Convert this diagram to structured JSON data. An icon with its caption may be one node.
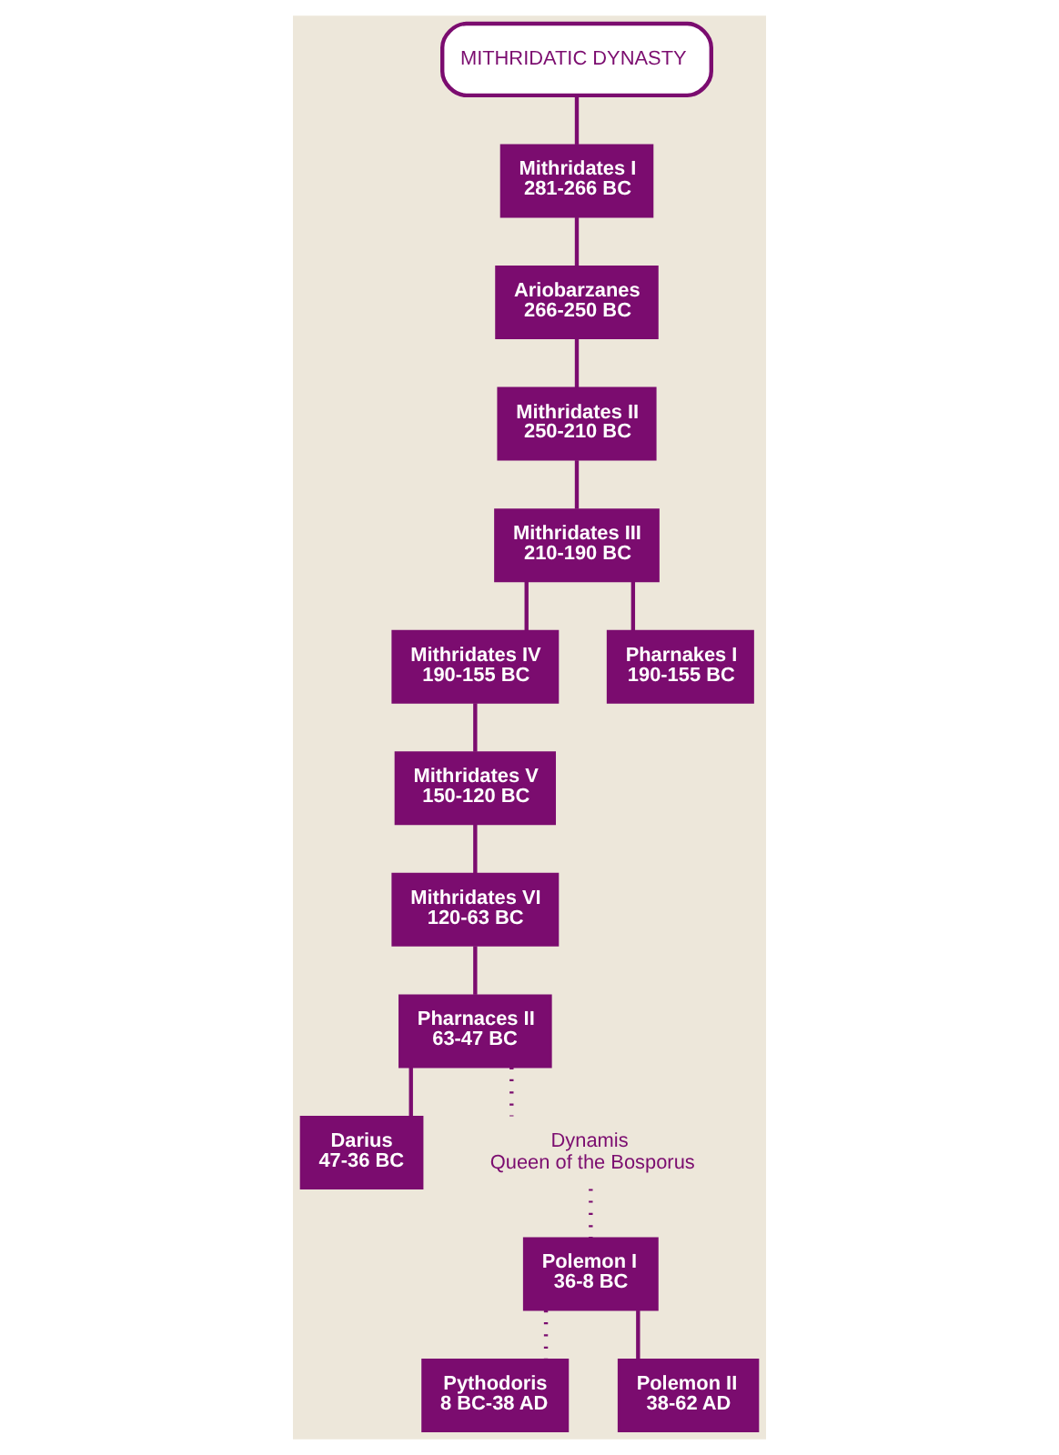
{
  "diagram": {
    "nodes": [
      {
        "text": [
          "MITHRIDATIC DYNASTY"
        ]
      },
      {
        "text": [
          "Mithridates I",
          "281-266 BC"
        ]
      },
      {
        "text": [
          "Ariobarzanes",
          "266-250 BC"
        ]
      },
      {
        "text": [
          "Mithridates II",
          "250-210 BC"
        ]
      },
      {
        "text": [
          "Mithridates III",
          "210-190 BC"
        ]
      },
      {
        "text": [
          "Mithridates IV",
          "190-155 BC"
        ]
      },
      {
        "text": [
          "Pharnakes I",
          "190-155 BC"
        ]
      },
      {
        "text": [
          "Mithridates V",
          "150-120 BC"
        ]
      },
      {
        "text": [
          "Mithridates VI",
          "120-63 BC"
        ]
      },
      {
        "text": [
          "Pharnaces II",
          "63-47 BC"
        ]
      },
      {
        "text": [
          "Darius",
          "47-36 BC"
        ]
      },
      {
        "text": [
          "Dynamis",
          "Queen of the Bosporus"
        ]
      },
      {
        "text": [
          "Polemon I",
          "36-8 BC"
        ]
      },
      {
        "text": [
          "Pythodoris",
          "8 BC-38 AD"
        ]
      },
      {
        "text": [
          "Polemon II",
          "38-62 AD"
        ]
      }
    ],
    "edges": [
      {
        "from": 0,
        "to": 1,
        "arrow": "none"
      },
      {
        "from": 1,
        "to": 2,
        "arrow": "none"
      },
      {
        "from": 2,
        "to": 3,
        "arrow": "none"
      },
      {
        "from": 3,
        "to": 4,
        "arrow": "none"
      },
      {
        "from": 4,
        "to": 5,
        "arrow": "none"
      },
      {
        "from": 4,
        "to": 6,
        "arrow": "none"
      },
      {
        "from": 5,
        "to": 7,
        "arrow": "none"
      },
      {
        "from": 7,
        "to": 8,
        "arrow": "none"
      },
      {
        "from": 8,
        "to": 9,
        "arrow": "none"
      },
      {
        "from": 9,
        "to": 10,
        "arrow": "none"
      },
      {
        "from": 9,
        "to": 11,
        "arrow": "none",
        "style": "dashed"
      },
      {
        "from": 11,
        "to": 12,
        "arrow": "none",
        "style": "dashed"
      },
      {
        "from": 12,
        "to": 13,
        "arrow": "none",
        "style": "dashed"
      },
      {
        "from": 12,
        "to": 14,
        "arrow": "none"
      }
    ]
  }
}
